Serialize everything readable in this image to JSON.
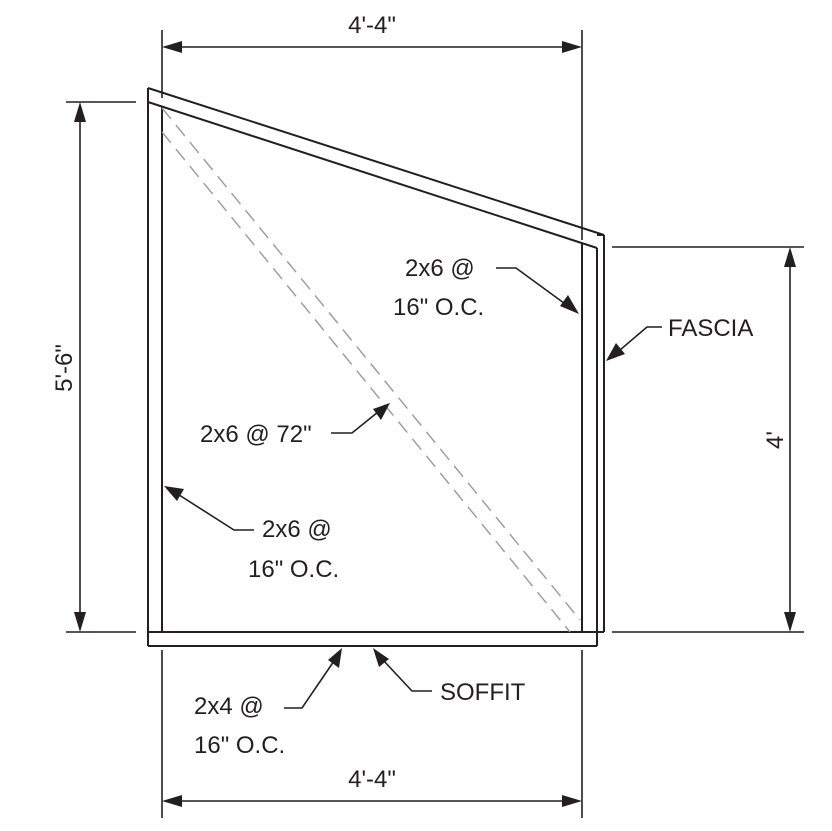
{
  "dimensions": {
    "top_width": "4'-4\"",
    "bottom_width": "4'-4\"",
    "left_height": "5'-6\"",
    "right_height": "4'"
  },
  "callouts": {
    "right_stud": [
      "2x6 @",
      "16\" O.C."
    ],
    "fascia": "FASCIA",
    "diagonal_brace": "2x6 @ 72\"",
    "left_stud": [
      "2x6 @",
      "16\" O.C."
    ],
    "soffit_joist": [
      "2x4 @",
      "16\" O.C."
    ],
    "soffit": "SOFFIT"
  }
}
